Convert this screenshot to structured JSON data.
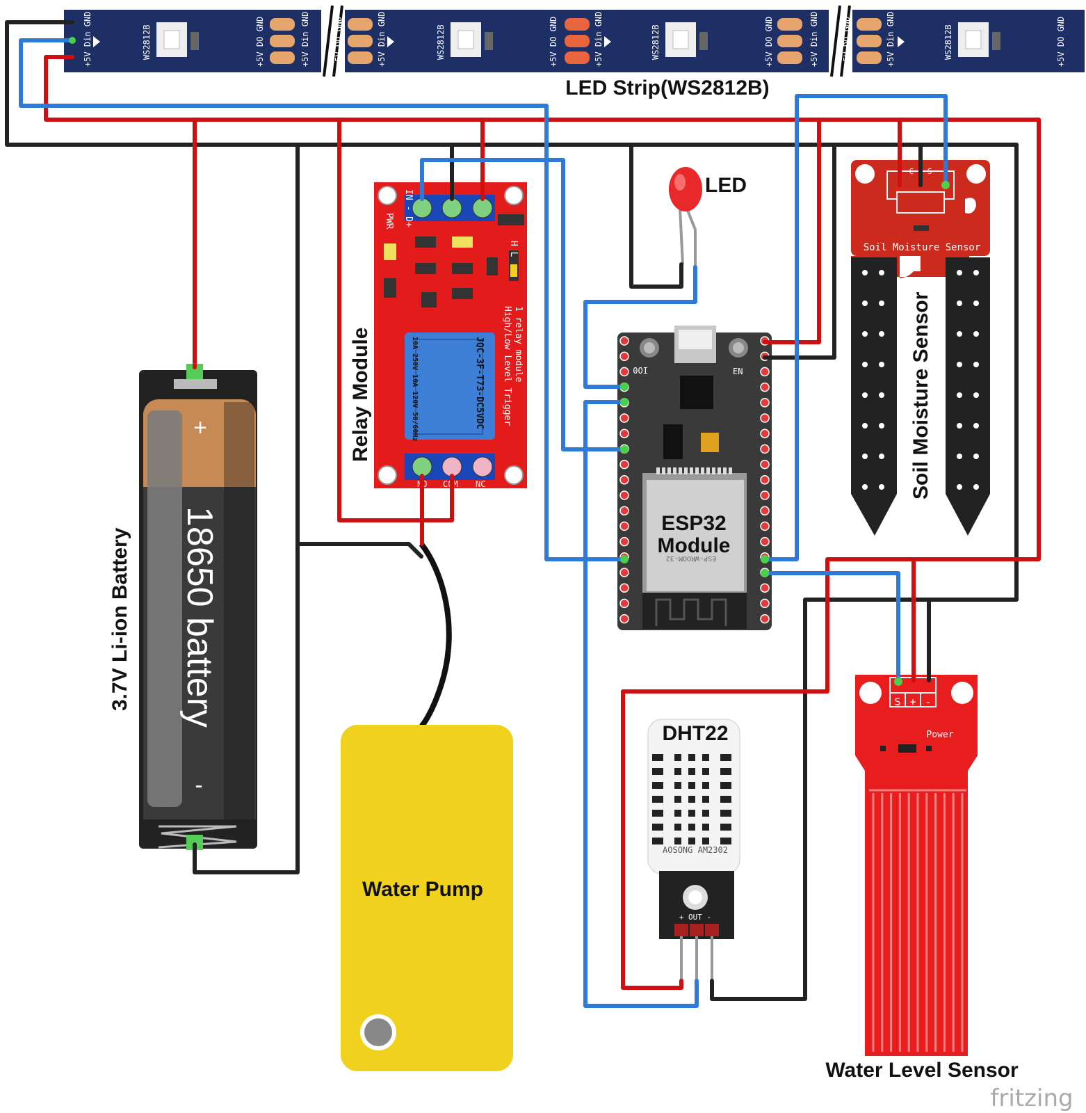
{
  "labels": {
    "led_strip": "LED Strip(WS2812B)",
    "led": "LED",
    "relay_module": "Relay Module",
    "soil_sensor": "Soil Moisture Sensor",
    "battery": "3.7V Li-ion Battery",
    "battery_cell": "18650 battery",
    "esp32_line1": "ESP32",
    "esp32_line2": "Module",
    "dht": "DHT22",
    "water_pump": "Water Pump",
    "water_level": "Water Level Sensor",
    "watermark": "fritzing"
  },
  "led_strip": {
    "chip": "WS2812B",
    "pin_left_a": "+5V Din GND",
    "pin_right_a": "+5V DO GND"
  },
  "relay": {
    "pin_top": "IN  -  D+",
    "pwr": "PWR",
    "title_line1": "1 relay module",
    "title_line2": "High/Low Level Trigger",
    "relay_part": "JQC-3F-T73-DC5VDC",
    "ratings": "10A 250V 10A 120V 50/60Hz",
    "pins_bottom": [
      "NO",
      "COM",
      "NC"
    ],
    "jumper": "H  L"
  },
  "esp32": {
    "btn_left": "IO0",
    "btn_right": "EN",
    "shield": "ESP-WROOM-32"
  },
  "soil_board": {
    "title": "Soil Moisture Sensor",
    "pins": "C  G  S"
  },
  "dht_board": {
    "brand": "AOSONG AM2302",
    "pins": "+ OUT -"
  },
  "water_board": {
    "pins": [
      "S",
      "+",
      "-"
    ],
    "power": "Power"
  },
  "colors": {
    "wire_red": "#d01010",
    "wire_black": "#222222",
    "wire_blue": "#2f7ad6",
    "strip": "#1e2f66",
    "relay": "#e31b1b",
    "pump": "#f0d21e",
    "esp32": "#3a3a3a",
    "sensor_red": "#cc2a1c"
  }
}
